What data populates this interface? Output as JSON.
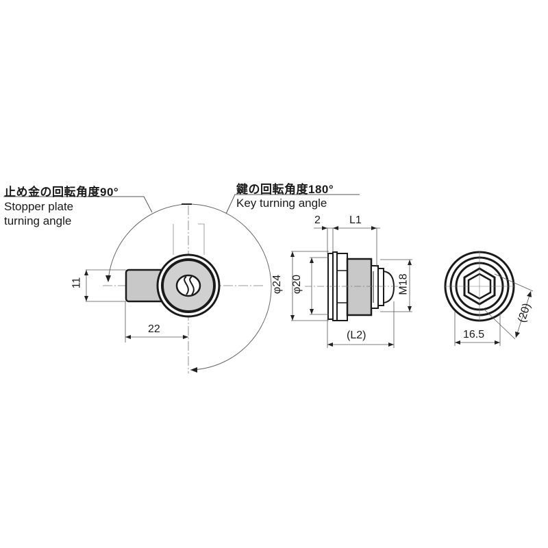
{
  "annotations": {
    "stopper": {
      "jp": "止め金の回転角度90°",
      "en_line1": "Stopper plate",
      "en_line2": "turning angle"
    },
    "key": {
      "jp": "鍵の回転角度180°",
      "en": "Key turning angle"
    }
  },
  "front_view": {
    "dim_height": "11",
    "dim_width": "22"
  },
  "side_view": {
    "dim_flange_thk": "2",
    "dim_L1": "L1",
    "dim_L2": "(L2)",
    "dim_phi24": "φ24",
    "dim_phi20": "φ20",
    "dim_thread": "M18"
  },
  "rear_view": {
    "dim_across_flats": "16.5",
    "dim_across_corners": "(20)"
  },
  "colors": {
    "line": "#1a1a1a",
    "thin": "#555555",
    "fill_gray": "#c8c8c8"
  }
}
